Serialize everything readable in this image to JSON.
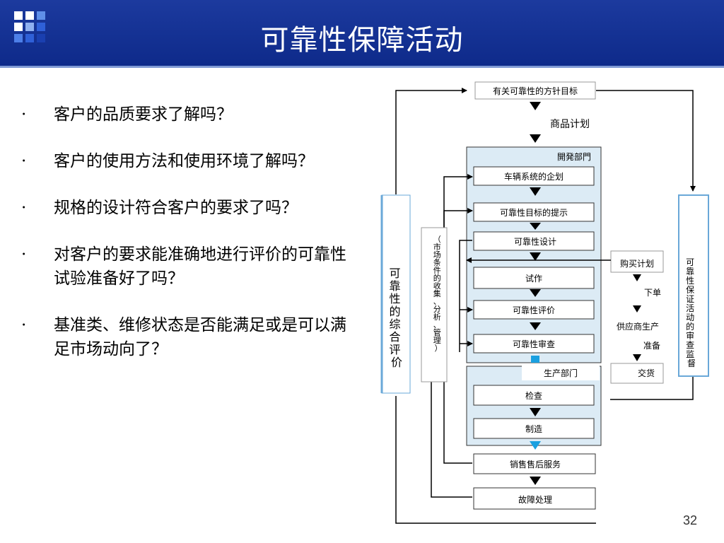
{
  "slide": {
    "title": "可靠性保障活动",
    "page_number": "32"
  },
  "bullets": [
    {
      "marker": "·",
      "text": "客户的品质要求了解吗？"
    },
    {
      "marker": "·",
      "text": "客户的使用方法和使用环境了解吗？"
    },
    {
      "marker": "·",
      "text": "规格的设计符合客户的要求了吗？"
    },
    {
      "marker": "·",
      "text": "对客户的要求能准确地进行评价的可靠性试验准备好了吗？"
    },
    {
      "marker": "·",
      "text": "基准类、维修状态是否能满足或是可以满足市场动向了？"
    }
  ],
  "diagram": {
    "top_box": "有关可靠性的方针目标",
    "product_plan": "商品计划",
    "dev_dept": "開発部門",
    "steps": [
      "车辆系统的企划",
      "可靠性目标的提示",
      "可靠性设计",
      "试作",
      "可靠性评价",
      "可靠性审查"
    ],
    "production_dept": "生产部门",
    "production_steps": [
      "检查",
      "制造"
    ],
    "after_sales": "销售售后服务",
    "fault_handling": "故障处理",
    "purchase": {
      "plan": "购买计划",
      "order": "下单",
      "supplier_prep_line1": "供应商生产",
      "supplier_prep_line2": "准备",
      "delivery": "交货"
    },
    "left_vertical": "可靠性的综合评价",
    "market_vertical": "（市场条件的收集、分析、管理）",
    "right_vertical": "可靠性保证活动的审查监督"
  },
  "colors": {
    "header_blue": "#0e2a8a",
    "panel_fill": "#dcebf5",
    "accent_cyan": "#1aa0e0"
  }
}
